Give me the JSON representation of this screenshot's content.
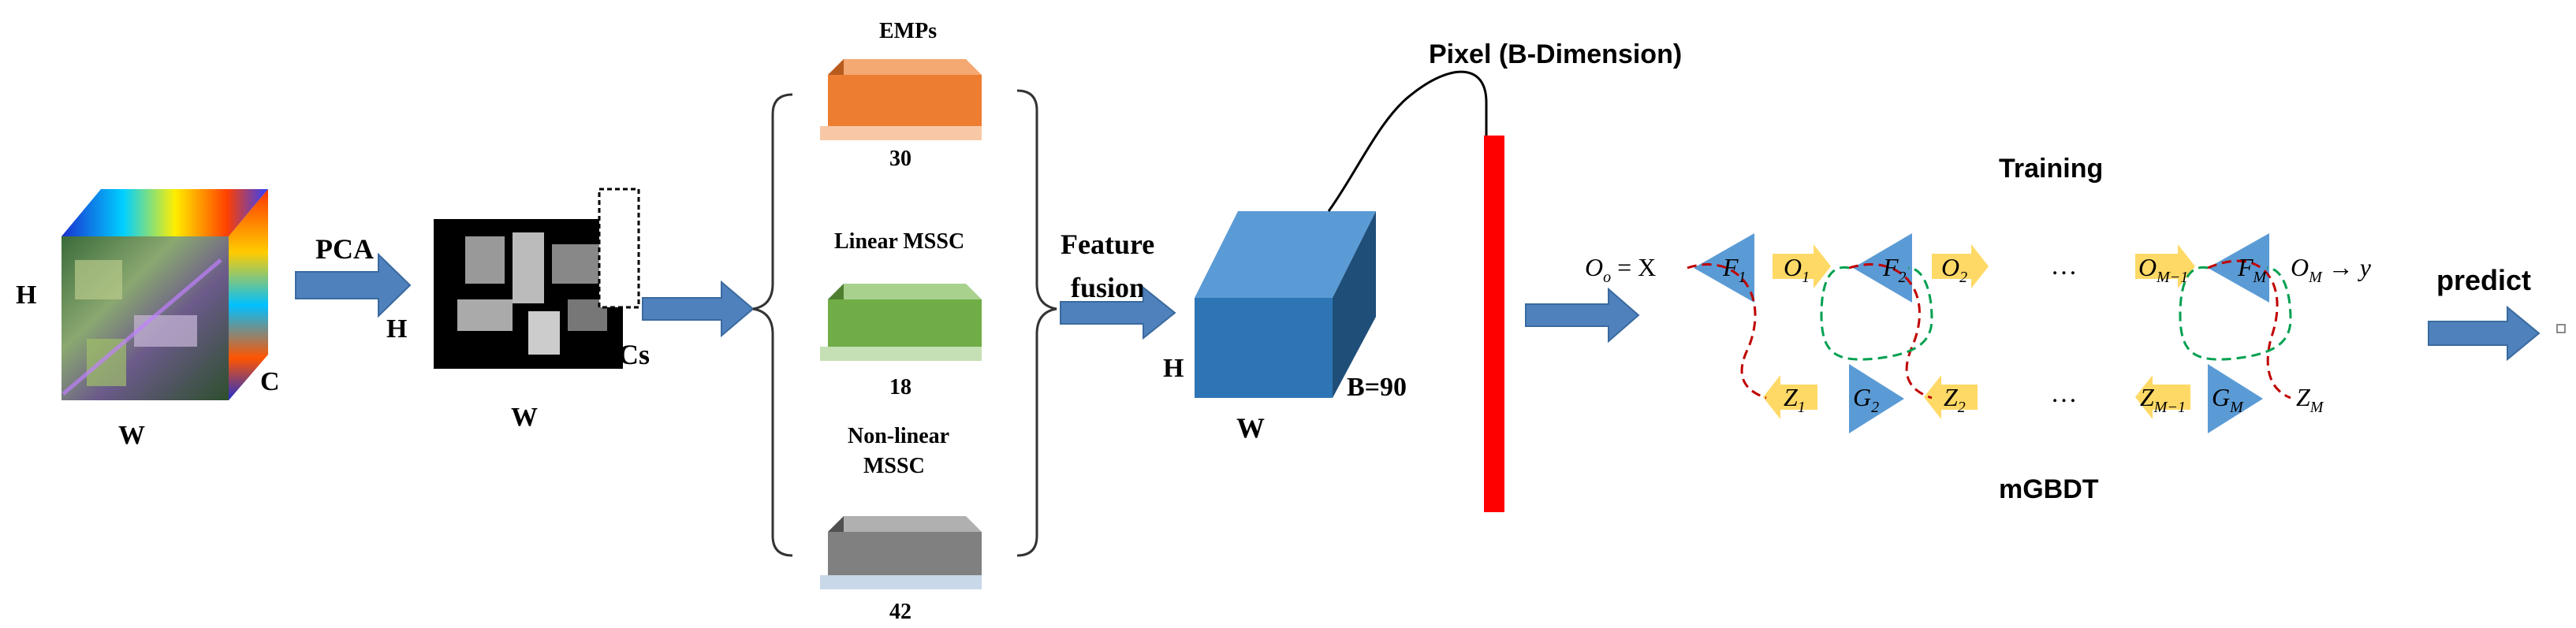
{
  "cube": {
    "height_label": "H",
    "width_label": "W",
    "channel_label": "C"
  },
  "pca": {
    "label": "PCA",
    "height_label": "H",
    "width_label": "W",
    "pcs_label": "PCs"
  },
  "features": {
    "emp_title": "EMPs",
    "emp_value": "30",
    "linear_title": "Linear MSSC",
    "linear_value": "18",
    "nonlinear_title_line1": "Non-linear",
    "nonlinear_title_line2": "MSSC",
    "nonlinear_value": "42"
  },
  "fusion": {
    "line1": "Feature",
    "line2": "fusion"
  },
  "fused_cube": {
    "height_label": "H",
    "width_label": "W",
    "depth_label": "B=90"
  },
  "pixel": {
    "label": "Pixel (B-Dimension)"
  },
  "mgbdt": {
    "training_label": "Training",
    "name_label": "mGBDT",
    "predict_label": "predict",
    "math": {
      "o0": "O",
      "o0_sub": "o",
      "eq": " = X",
      "f1": "F",
      "f1_sub": "1",
      "o1": "O",
      "o1_sub": "1",
      "f2": "F",
      "f2_sub": "2",
      "o2": "O",
      "o2_sub": "2",
      "dots_top": "…",
      "om1": "O",
      "om1_sub": "M−1",
      "fm": "F",
      "fm_sub": "M",
      "om": "O",
      "om_sub": "M",
      "arrow_y": " → y",
      "z1": "Z",
      "z1_sub": "1",
      "g2": "G",
      "g2_sub": "2",
      "z2": "Z",
      "z2_sub": "2",
      "dots_bottom": "…",
      "zm1": "Z",
      "zm1_sub": "M−1",
      "gm": "G",
      "gm_sub": "M",
      "zm": "Z",
      "zm_sub": "M"
    }
  },
  "colors": {
    "arrow_blue": "#4F81BD",
    "emp_orange": "#ED7D31",
    "linear_green": "#70AD47",
    "nonlinear_gray": "#808080",
    "fused_blue": "#2E75B6",
    "pixel_red": "#FF0000",
    "triangle_blue": "#5B9BD5",
    "arrow_yellow": "#FFD966",
    "forward_dash_red": "#C00000",
    "backward_dash_green": "#00A050"
  }
}
